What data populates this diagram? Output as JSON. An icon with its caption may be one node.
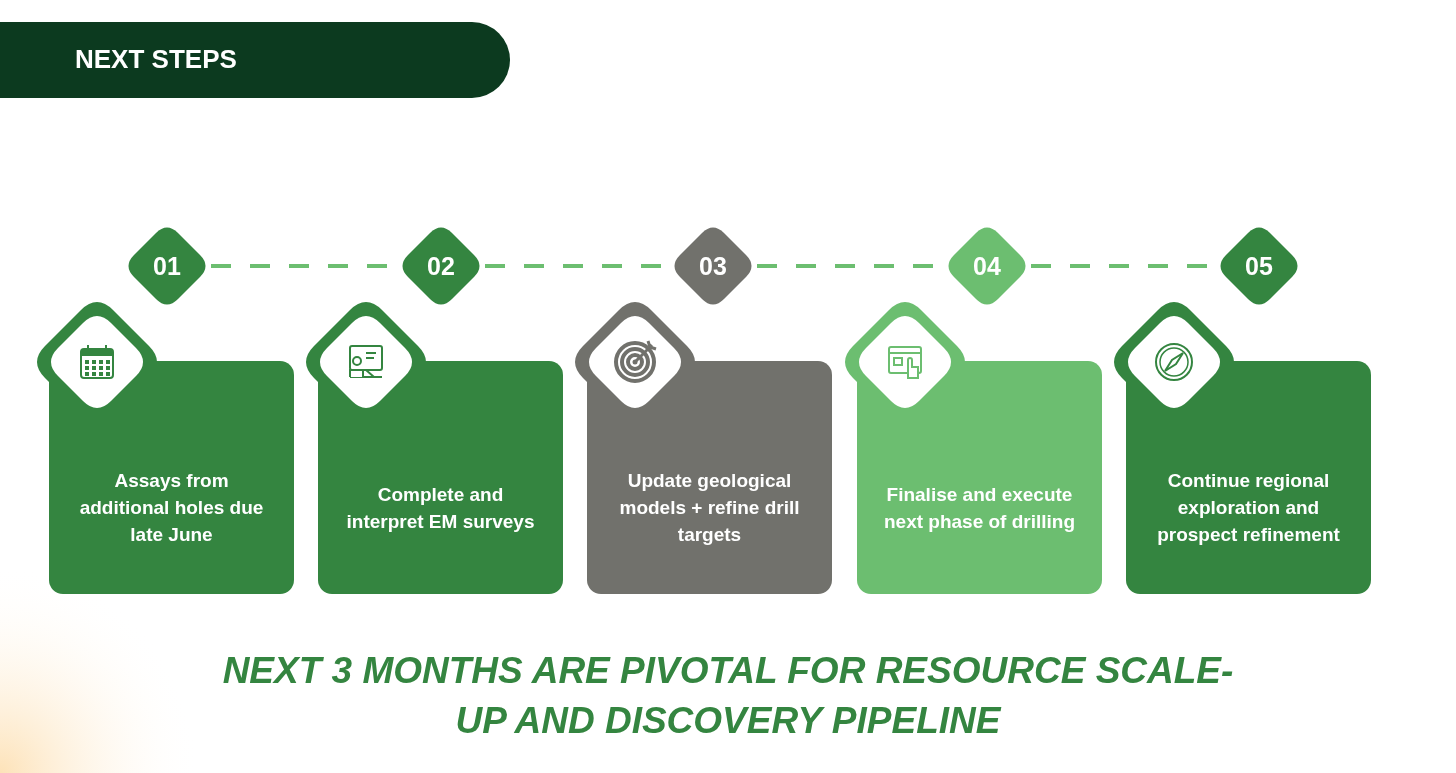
{
  "diagram": {
    "title": "NEXT STEPS",
    "caption": "NEXT 3 MONTHS ARE PIVOTAL FOR RESOURCE SCALE-UP AND DISCOVERY PIPELINE",
    "nodes": [
      {
        "text": [
          "01"
        ]
      },
      {
        "text": [
          "02"
        ]
      },
      {
        "text": [
          "03"
        ]
      },
      {
        "text": [
          "04"
        ]
      },
      {
        "text": [
          "05"
        ]
      },
      {
        "text": [
          "Assays from additional holes due late June"
        ]
      },
      {
        "text": [
          "Complete and interpret EM surveys"
        ]
      },
      {
        "text": [
          "Update geological models + refine drill targets"
        ]
      },
      {
        "text": [
          "Finalise and execute next phase of drilling"
        ]
      },
      {
        "text": [
          "Continue regional exploration and prospect refinement"
        ]
      }
    ],
    "edges": [
      {
        "from": 0,
        "to": 1,
        "arrow": "none",
        "style": "dashed"
      },
      {
        "from": 1,
        "to": 2,
        "arrow": "none",
        "style": "dashed"
      },
      {
        "from": 2,
        "to": 3,
        "arrow": "none",
        "style": "dashed"
      },
      {
        "from": 3,
        "to": 4,
        "arrow": "none",
        "style": "dashed"
      }
    ]
  }
}
